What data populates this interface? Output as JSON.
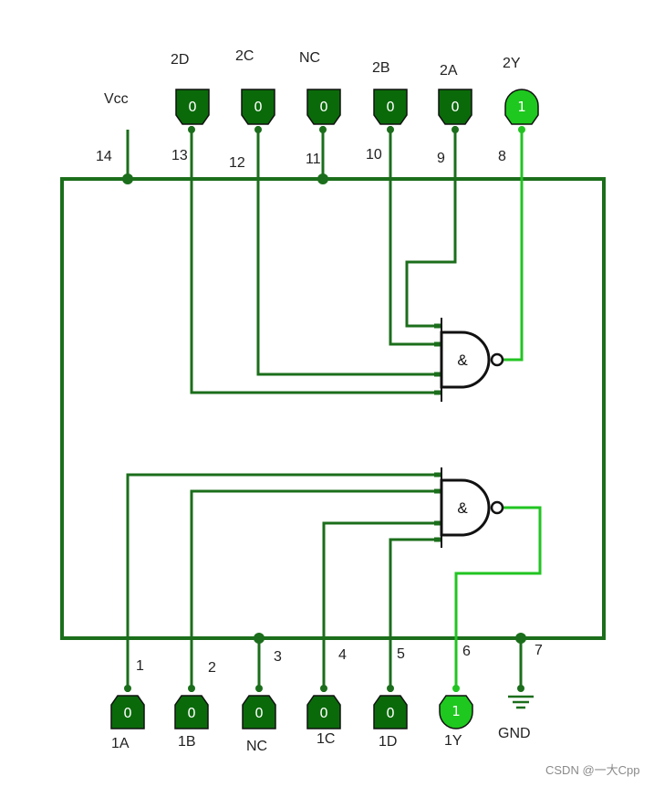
{
  "colors": {
    "wire_low": "#1b6e1b",
    "wire_high": "#22c422",
    "probe_low_fill": "#0a6a0a",
    "probe_high_fill": "#1ec81e",
    "gate_stroke": "#111111",
    "ground_color": "#1b6e1b"
  },
  "top_pins": [
    {
      "name": "2D",
      "value": "0",
      "number": "13"
    },
    {
      "name": "2C",
      "value": "0",
      "number": "12"
    },
    {
      "name": "NC",
      "value": "0",
      "number": "11"
    },
    {
      "name": "2B",
      "value": "0",
      "number": "10"
    },
    {
      "name": "2A",
      "value": "0",
      "number": "9"
    },
    {
      "name": "2Y",
      "value": "1",
      "number": "8"
    }
  ],
  "vcc": {
    "label": "Vcc",
    "number": "14"
  },
  "bottom_pins": [
    {
      "name": "1A",
      "value": "0",
      "number": "1"
    },
    {
      "name": "1B",
      "value": "0",
      "number": "2"
    },
    {
      "name": "NC",
      "value": "0",
      "number": "3"
    },
    {
      "name": "1C",
      "value": "0",
      "number": "4"
    },
    {
      "name": "1D",
      "value": "0",
      "number": "5"
    },
    {
      "name": "1Y",
      "value": "1",
      "number": "6"
    }
  ],
  "gnd": {
    "label": "GND",
    "number": "7"
  },
  "gates": [
    {
      "symbol": "&"
    },
    {
      "symbol": "&"
    }
  ],
  "watermark": "CSDN @一大Cpp"
}
